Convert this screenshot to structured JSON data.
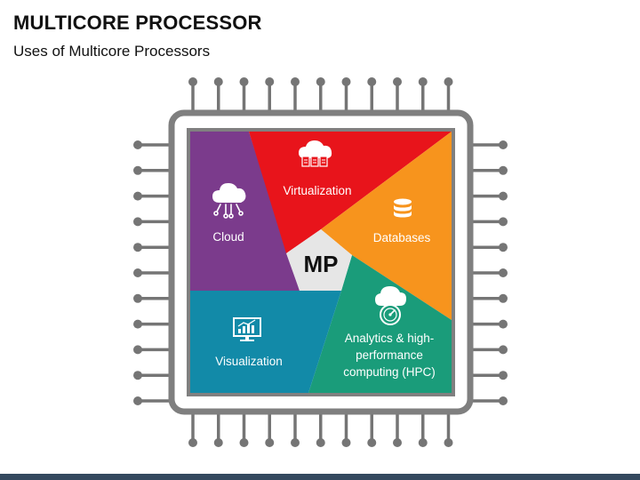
{
  "header": {
    "title": "MULTICORE PROCESSOR",
    "subtitle": "Uses of Multicore Processors"
  },
  "core": {
    "label": "MP",
    "color": "#e6e6e6"
  },
  "segments": [
    {
      "id": "cloud",
      "lines": [
        "Cloud"
      ],
      "color": "#7b3b8c",
      "icon": "cloud-network-icon"
    },
    {
      "id": "virtualization",
      "lines": [
        "Virtualization"
      ],
      "color": "#e8141b",
      "icon": "cloud-servers-icon"
    },
    {
      "id": "databases",
      "lines": [
        "Databases"
      ],
      "color": "#f7941d",
      "icon": "database-icon"
    },
    {
      "id": "analytics",
      "lines": [
        "Analytics & high-",
        "performance",
        "computing (HPC)"
      ],
      "color": "#1a9c7a",
      "icon": "speedometer-cloud-icon"
    },
    {
      "id": "visualization",
      "lines": [
        "Visualization"
      ],
      "color": "#128aa8",
      "icon": "monitor-chart-icon"
    }
  ],
  "chip": {
    "frame_color": "#808080",
    "pin_color": "#757575"
  }
}
